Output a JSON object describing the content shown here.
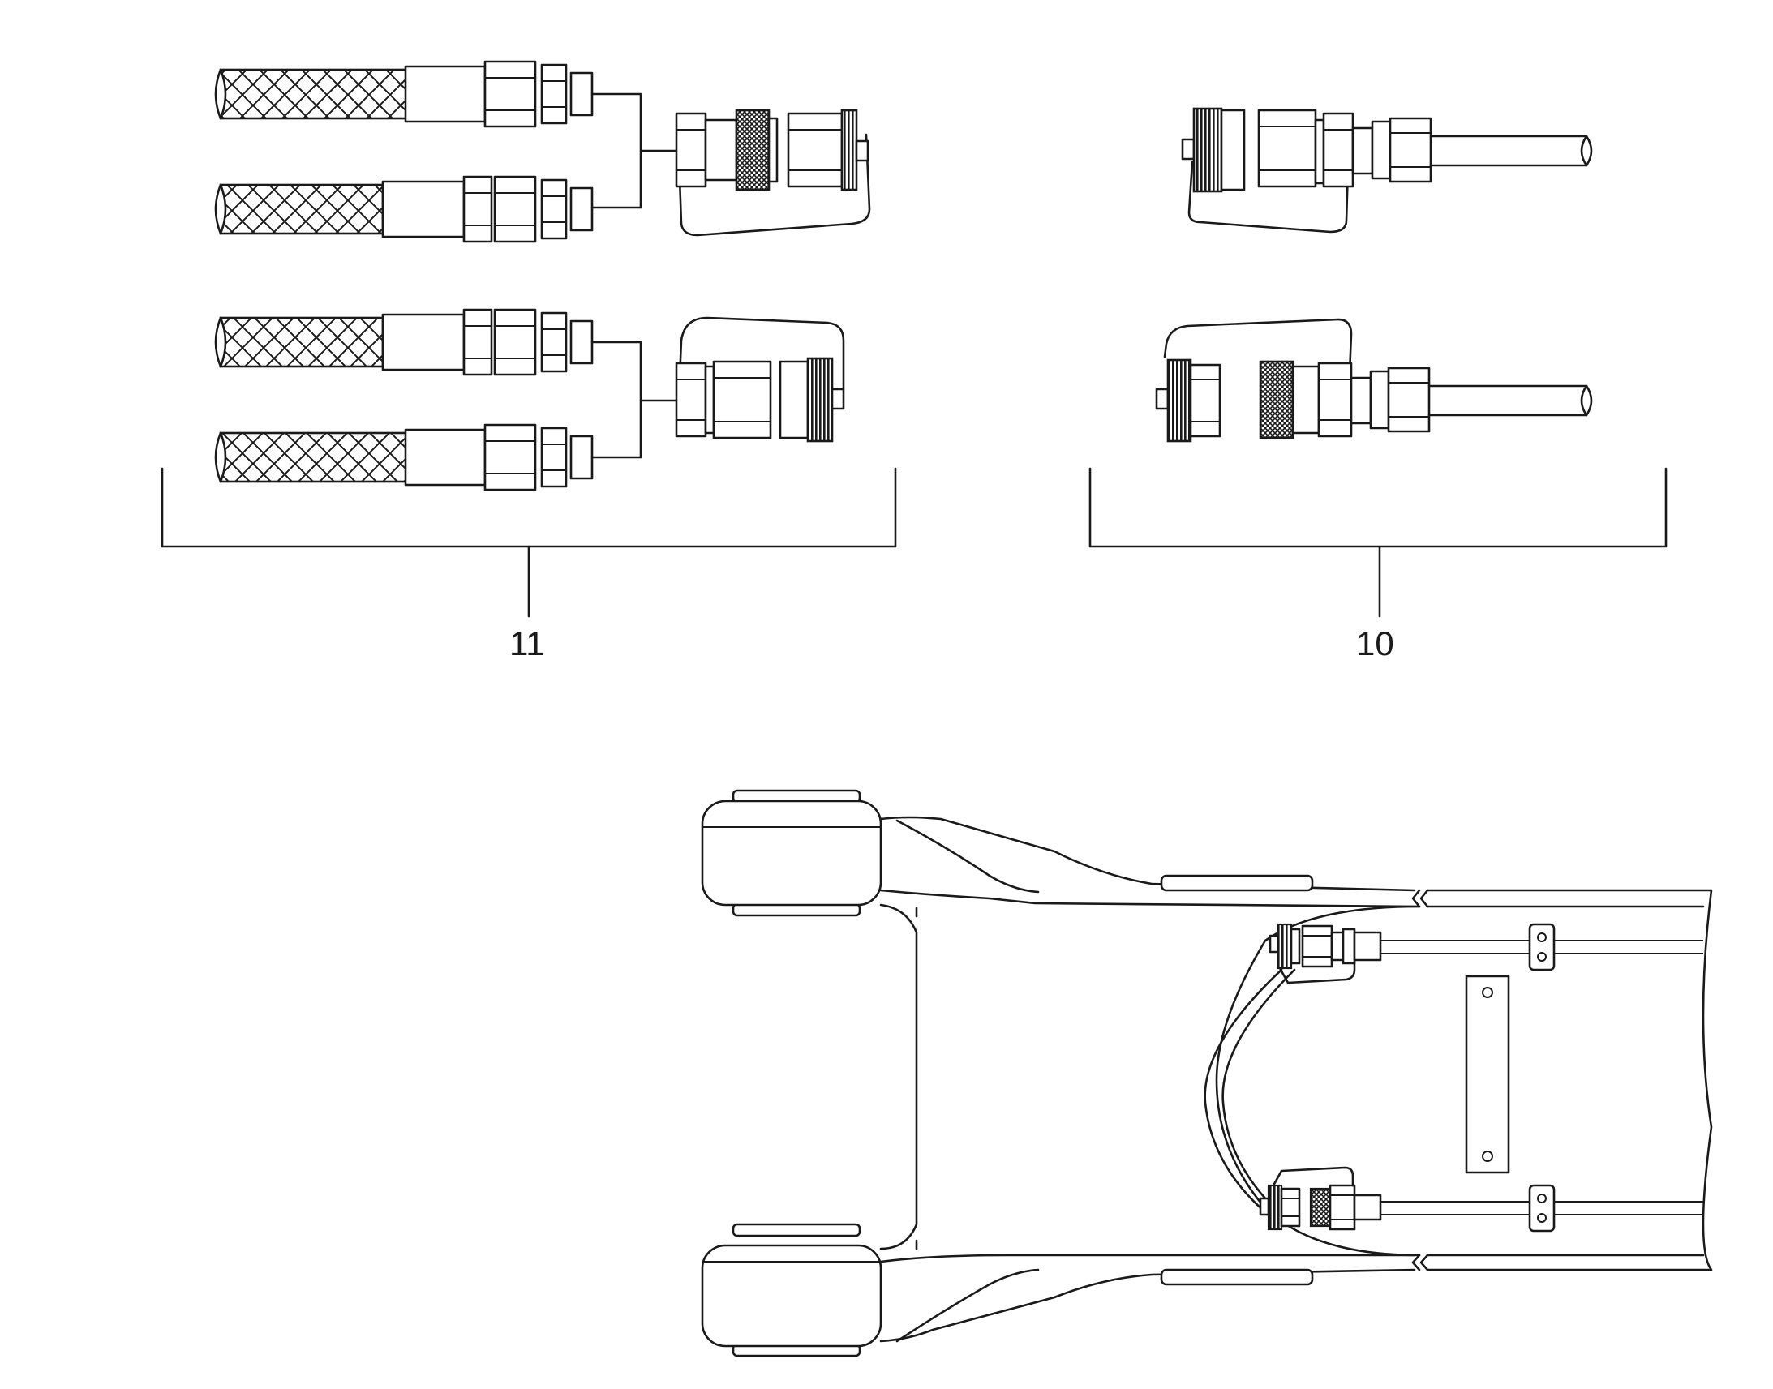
{
  "diagram": {
    "callouts": [
      {
        "id": "11",
        "label": "11"
      },
      {
        "id": "10",
        "label": "10"
      }
    ]
  }
}
